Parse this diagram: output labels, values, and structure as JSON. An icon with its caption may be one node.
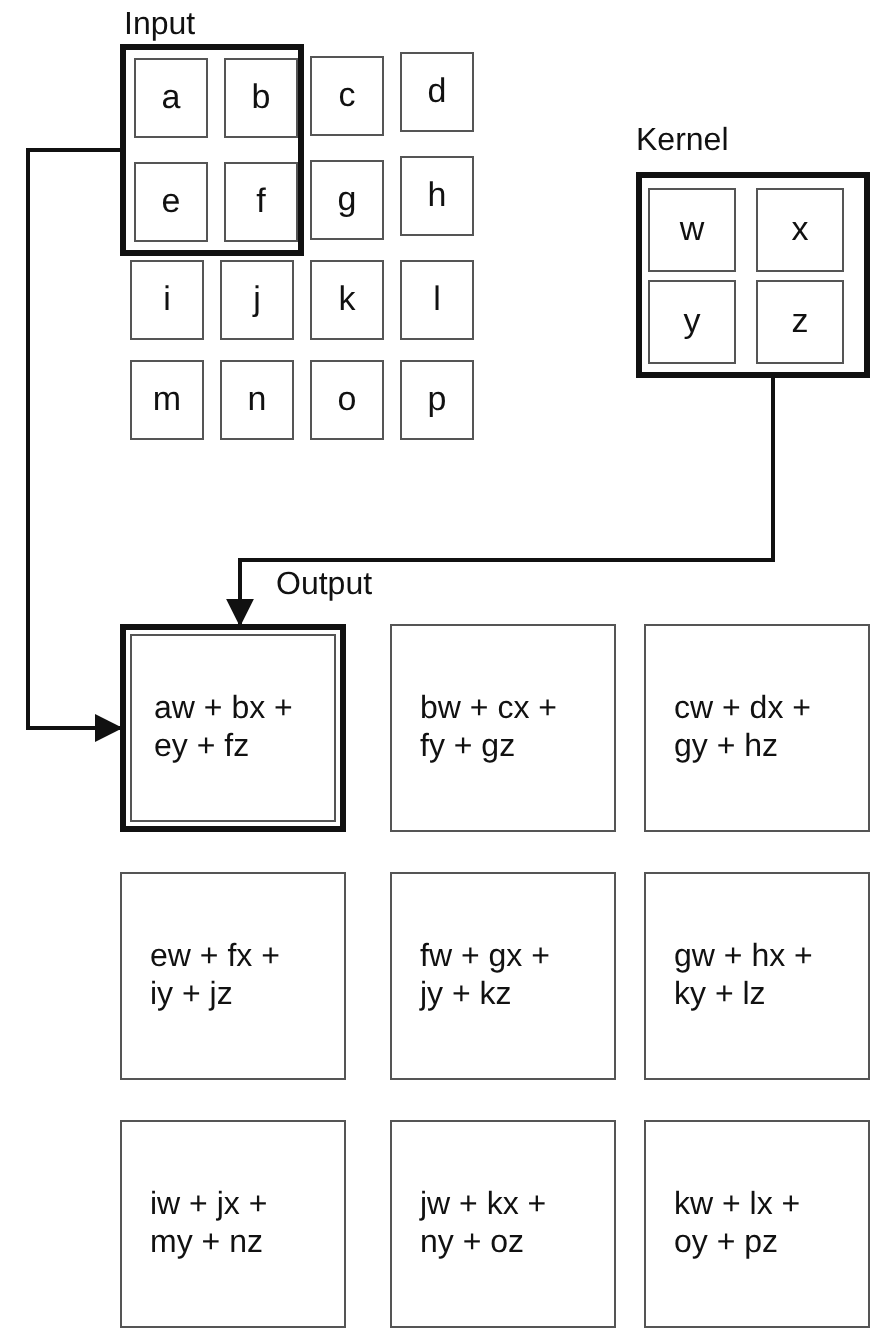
{
  "diagram": {
    "nodes": [
      {
        "text": [],
        "shape": "box"
      },
      {
        "text": [
          "a"
        ],
        "in": 0
      },
      {
        "text": [
          "b"
        ],
        "in": 0
      },
      {
        "text": [
          "c"
        ]
      },
      {
        "text": [
          "d"
        ]
      },
      {
        "text": [
          "e"
        ],
        "in": 0
      },
      {
        "text": [
          "f"
        ],
        "in": 0
      },
      {
        "text": [
          "g"
        ]
      },
      {
        "text": [
          "h"
        ]
      },
      {
        "text": [
          "i"
        ]
      },
      {
        "text": [
          "j"
        ]
      },
      {
        "text": [
          "k"
        ]
      },
      {
        "text": [
          "l"
        ]
      },
      {
        "text": [
          "m"
        ]
      },
      {
        "text": [
          "n"
        ]
      },
      {
        "text": [
          "o"
        ]
      },
      {
        "text": [
          "p"
        ]
      },
      {
        "text": [
          "Kernel"
        ]
      },
      {
        "text": [
          "w"
        ],
        "in": 17
      },
      {
        "text": [
          "x"
        ],
        "in": 17
      },
      {
        "text": [
          "y"
        ],
        "in": 17
      },
      {
        "text": [
          "z"
        ],
        "in": 17
      },
      {
        "text": [
          "aw + bx + ey + fz"
        ]
      },
      {
        "text": [
          "bw + cx + fy + gz"
        ]
      },
      {
        "text": [
          "cw + dx + gy + hz"
        ]
      },
      {
        "text": [
          "ew + fx + iy + jz"
        ]
      },
      {
        "text": [
          "fw + gx + jy + kz"
        ]
      },
      {
        "text": [
          "gw + hx + ky + lz"
        ]
      },
      {
        "text": [
          "iw + jx + my + nz"
        ]
      },
      {
        "text": [
          "jw + kx + ny + oz"
        ]
      },
      {
        "text": [
          "kw + lx + oy + pz"
        ]
      }
    ],
    "edges": [
      {
        "from": 0,
        "to": 22,
        "arrow": "to"
      },
      {
        "from": 17,
        "to": 22,
        "arrow": "to"
      }
    ],
    "labels": [
      "Input",
      "Output"
    ]
  }
}
